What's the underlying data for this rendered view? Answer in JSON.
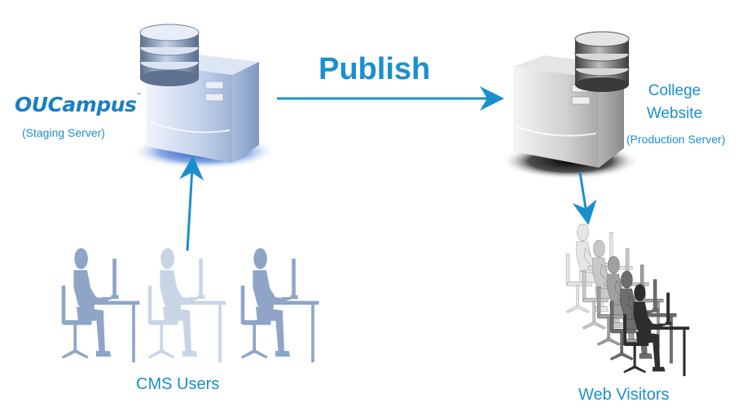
{
  "publish_label": "Publish",
  "staging": {
    "logo_prefix": "OU",
    "logo_name": "Campus",
    "logo_tm": "™",
    "subtitle": "(Staging Server)"
  },
  "production": {
    "title_line1": "College",
    "title_line2": "Website",
    "subtitle": "(Production Server)"
  },
  "cms_users_label": "CMS Users",
  "web_visitors_label": "Web Visitors",
  "colors": {
    "accent": "#1b8fce",
    "staging_server": "#c9d6ea",
    "production_server": "#d9d9d9",
    "user_silhouette": "#8fa6c8"
  }
}
